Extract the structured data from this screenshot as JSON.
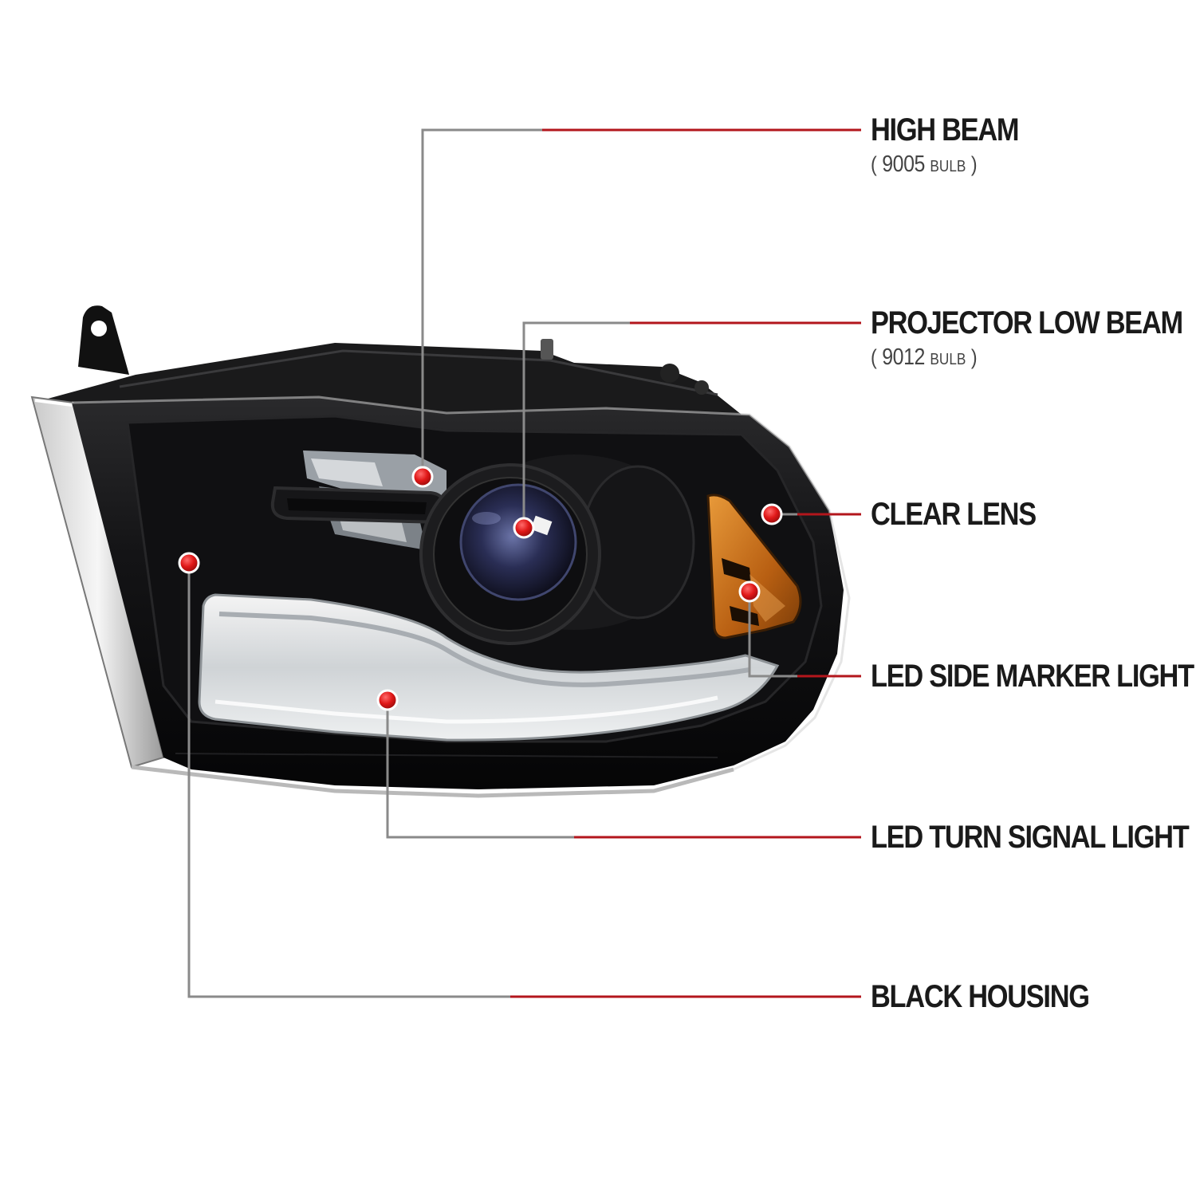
{
  "colors": {
    "accent_line": "#b3161c",
    "leader_line": "#8a8a8a",
    "dot": "#e01818",
    "housing": "#0e0e10",
    "amber": "#c8741a",
    "text": "#1a1a1a"
  },
  "callouts": [
    {
      "id": "high-beam",
      "title": "HIGH BEAM",
      "sub_open": "(",
      "sub_num": "9005",
      "sub_unit": "BULB",
      "sub_close": ")"
    },
    {
      "id": "projector-low-beam",
      "title": "PROJECTOR LOW BEAM",
      "sub_open": "(",
      "sub_num": "9012",
      "sub_unit": "BULB",
      "sub_close": ")"
    },
    {
      "id": "clear-lens",
      "title": "CLEAR LENS"
    },
    {
      "id": "led-side-marker",
      "title": "LED SIDE MARKER LIGHT"
    },
    {
      "id": "led-turn-signal",
      "title": "LED TURN SIGNAL LIGHT"
    },
    {
      "id": "black-housing",
      "title": "BLACK HOUSING"
    }
  ]
}
